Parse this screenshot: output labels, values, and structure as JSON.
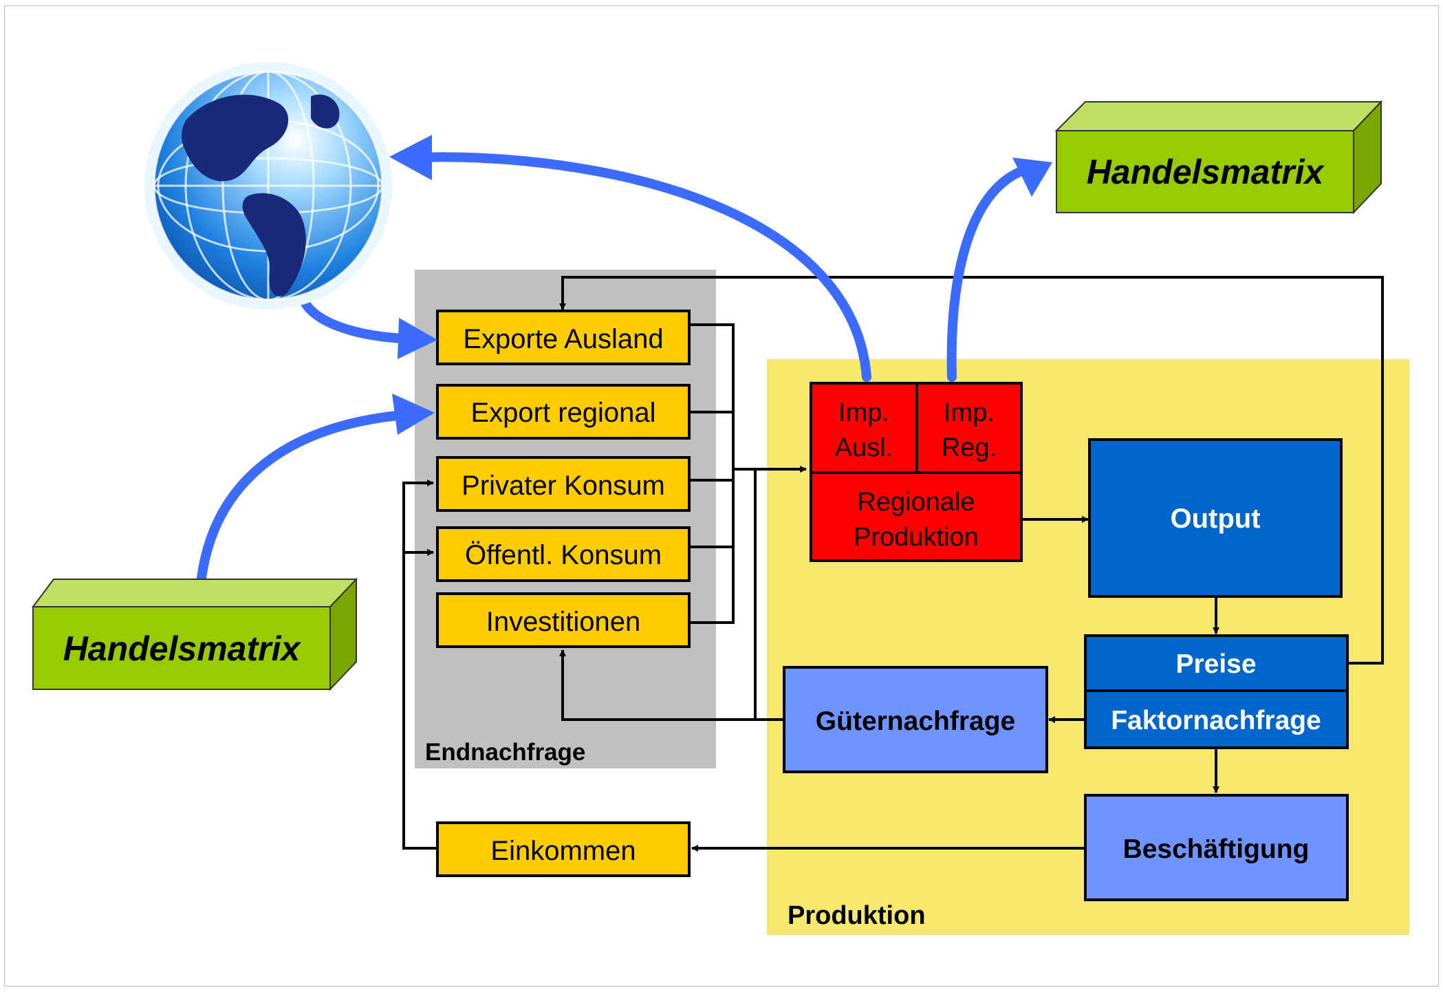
{
  "left_block": {
    "title": "Endnachfrage",
    "items": [
      {
        "label": "Exporte Ausland"
      },
      {
        "label": "Export regional"
      },
      {
        "label": "Privater Konsum"
      },
      {
        "label": "Öffentl. Konsum"
      },
      {
        "label": "Investitionen"
      }
    ],
    "income_label": "Einkommen"
  },
  "production_block": {
    "title": "Produktion",
    "imp_ausl": [
      "Imp.",
      "Ausl."
    ],
    "imp_reg": [
      "Imp.",
      "Reg."
    ],
    "regionale": [
      "Regionale",
      "Produktion"
    ],
    "output": "Output",
    "preise": "Preise",
    "faktornachfrage": "Faktornachfrage",
    "gueternachfrage": "Güternachfrage",
    "beschaeftigung": "Beschäftigung"
  },
  "trade_matrix_left": "Handelsmatrix",
  "trade_matrix_right": "Handelsmatrix",
  "globe_icon": "globe-icon",
  "colors": {
    "endnachfrage_bg": "#c0c0c0",
    "produktion_bg": "#f5e86d",
    "demand_box": "#ffcc00",
    "red_box": "#ff0000",
    "dark_blue": "#0066cc",
    "light_blue": "#6f94ff",
    "green_3d": "#99cc00",
    "flow_arrow": "#3b6bff"
  }
}
